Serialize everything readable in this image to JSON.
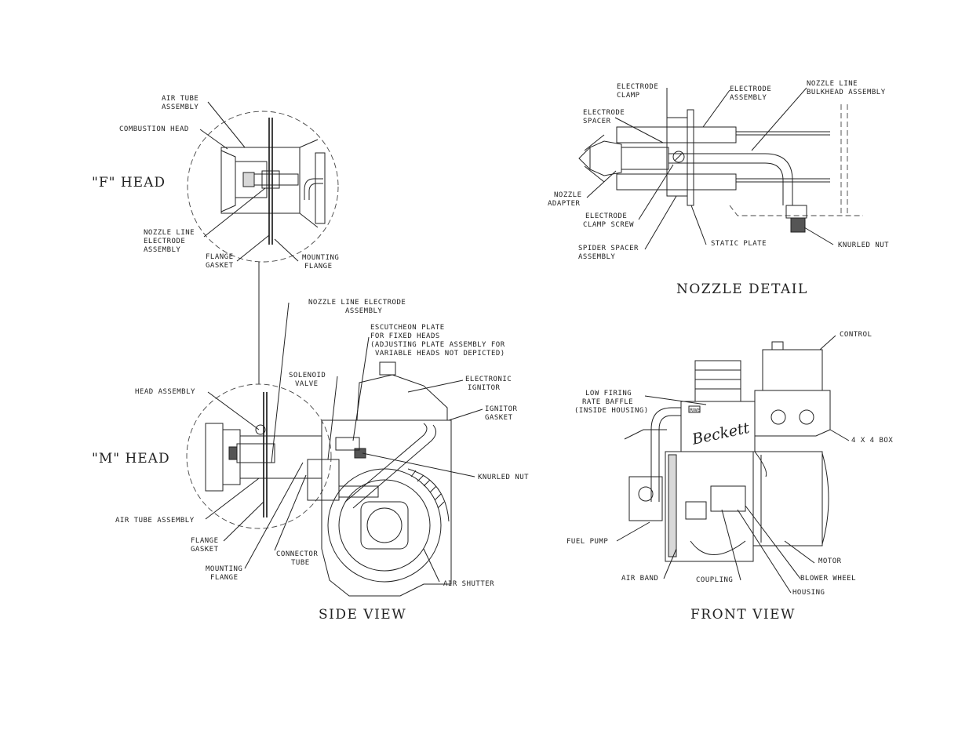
{
  "headings": {
    "f_head": "\"F\" HEAD",
    "m_head": "\"M\" HEAD"
  },
  "view_titles": {
    "nozzle_detail": "NOZZLE DETAIL",
    "side_view": "SIDE VIEW",
    "front_view": "FRONT VIEW"
  },
  "f_head_labels": {
    "air_tube_assembly": [
      "AIR TUBE",
      "ASSEMBLY"
    ],
    "combustion_head": "COMBUSTION HEAD",
    "nozzle_line_electrode": [
      "NOZZLE LINE",
      "ELECTRODE",
      "ASSEMBLY"
    ],
    "flange_gasket": [
      "FLANGE",
      "GASKET"
    ],
    "mounting_flange": [
      "MOUNTING",
      "FLANGE"
    ]
  },
  "nozzle_detail_labels": {
    "electrode_clamp": [
      "ELECTRODE",
      "CLAMP"
    ],
    "electrode_assembly": [
      "ELECTRODE",
      "ASSEMBLY"
    ],
    "nozzle_line_bulkhead": [
      "NOZZLE LINE",
      "BULKHEAD ASSEMBLY"
    ],
    "electrode_spacer": [
      "ELECTRODE",
      "SPACER"
    ],
    "nozzle_adapter": [
      "NOZZLE",
      "ADAPTER"
    ],
    "electrode_clamp_screw": [
      "ELECTRODE",
      "CLAMP SCREW"
    ],
    "spider_spacer": [
      "SPIDER SPACER",
      "ASSEMBLY"
    ],
    "static_plate": "STATIC PLATE",
    "knurled_nut": "KNURLED NUT"
  },
  "side_view_labels": {
    "nozzle_line_electrode": [
      "NOZZLE LINE ELECTRODE",
      "ASSEMBLY"
    ],
    "escutcheon_plate": [
      "ESCUTCHEON PLATE",
      "FOR FIXED HEADS",
      "(ADJUSTING PLATE ASSEMBLY FOR",
      "VARIABLE HEADS NOT DEPICTED)"
    ],
    "solenoid_valve": [
      "SOLENOID",
      "VALVE"
    ],
    "electronic_ignitor": [
      "ELECTRONIC",
      "IGNITOR"
    ],
    "head_assembly": "HEAD ASSEMBLY",
    "ignitor_gasket": [
      "IGNITOR",
      "GASKET"
    ],
    "knurled_nut": "KNURLED NUT",
    "air_tube_assembly": "AIR TUBE ASSEMBLY",
    "flange_gasket": [
      "FLANGE",
      "GASKET"
    ],
    "connector_tube": [
      "CONNECTOR",
      "TUBE"
    ],
    "mounting_flange": [
      "MOUNTING",
      "FLANGE"
    ],
    "air_shutter": "AIR SHUTTER"
  },
  "front_view_labels": {
    "control": "CONTROL",
    "low_firing_baffle": [
      "LOW FIRING",
      "RATE BAFFLE",
      "(INSIDE HOUSING)"
    ],
    "box": "4 X 4 BOX",
    "fuel_pump": "FUEL PUMP",
    "motor": "MOTOR",
    "air_band": "AIR BAND",
    "coupling": "COUPLING",
    "blower_wheel": "BLOWER WHEEL",
    "housing": "HOUSING"
  },
  "logos": {
    "brand": "Beckett",
    "badge": "RWB"
  }
}
